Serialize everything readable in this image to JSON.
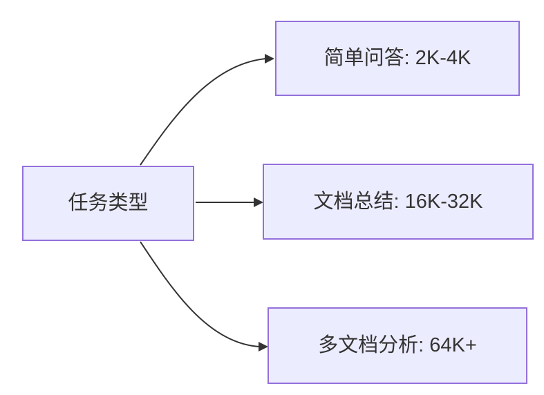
{
  "diagram": {
    "type": "flowchart-left-to-right",
    "root": {
      "label": "任务类型"
    },
    "branches": [
      {
        "label": "简单问答: 2K-4K"
      },
      {
        "label": "文档总结: 16K-32K"
      },
      {
        "label": "多文档分析: 64K+"
      }
    ],
    "edges": [
      {
        "from": "任务类型",
        "to": "简单问答: 2K-4K"
      },
      {
        "from": "任务类型",
        "to": "文档总结: 16K-32K"
      },
      {
        "from": "任务类型",
        "to": "多文档分析: 64K+"
      }
    ],
    "colors": {
      "background": "#FFFFFF",
      "node_fill": "#ECECFF",
      "node_border": "#9370DB",
      "edge": "#333333",
      "text": "#333333"
    }
  }
}
